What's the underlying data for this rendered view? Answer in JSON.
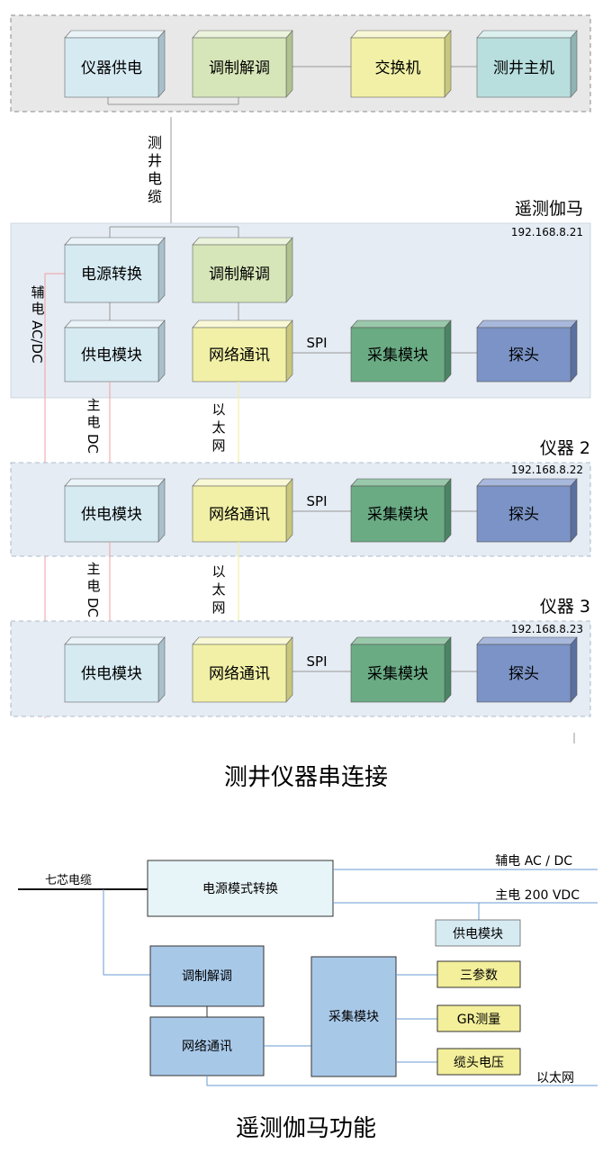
{
  "top_row": {
    "instrument_power": "仪器供电",
    "modem": "调制解调",
    "switch": "交换机",
    "host": "测井主机"
  },
  "cable_vertical": [
    "测",
    "井",
    "电",
    "缆"
  ],
  "telemetry": {
    "title": "遥测伽马",
    "ip": "192.168.8.21",
    "power_convert": "电源转换",
    "modem": "调制解调",
    "power_module": "供电模块",
    "network": "网络通讯",
    "spi": "SPI",
    "acquisition": "采集模块",
    "probe": "探头"
  },
  "aux_power_label": [
    "辅",
    "电",
    "AC/DC"
  ],
  "links": {
    "main_dc": [
      "主",
      "电",
      "DC"
    ],
    "ethernet": [
      "以",
      "太",
      "网"
    ]
  },
  "instrument2": {
    "title": "仪器 2",
    "ip": "192.168.8.22",
    "power_module": "供电模块",
    "network": "网络通讯",
    "spi": "SPI",
    "acquisition": "采集模块",
    "probe": "探头"
  },
  "instrument3": {
    "title": "仪器 3",
    "ip": "192.168.8.23",
    "power_module": "供电模块",
    "network": "网络通讯",
    "spi": "SPI",
    "acquisition": "采集模块",
    "probe": "探头"
  },
  "caption1": "测井仪器串连接",
  "func": {
    "cable": "七芯电缆",
    "power_mode": "电源模式转换",
    "aux_out": "辅电 AC / DC",
    "main_out": "主电  200 VDC",
    "power_module": "供电模块",
    "modem": "调制解调",
    "network": "网络通讯",
    "acquisition": "采集模块",
    "three_param": "三参数",
    "gr": "GR测量",
    "head_voltage": "缆头电压",
    "ethernet": "以太网"
  },
  "caption2": "遥测伽马功能",
  "colors": {
    "power_blue": "#d6eaf2",
    "modem_green": "#d7e6b8",
    "net_yellow": "#f1f0a6",
    "host_teal": "#b8dede",
    "acq_green": "#6aab84",
    "probe_blue": "#7b93c6",
    "panel_gray": "#e9e8e8",
    "panel_blue": "#e5ecf4",
    "func_blue": "#a8c8e8",
    "func_light": "#e7f4f8",
    "func_yellow": "#f3ef9a"
  }
}
